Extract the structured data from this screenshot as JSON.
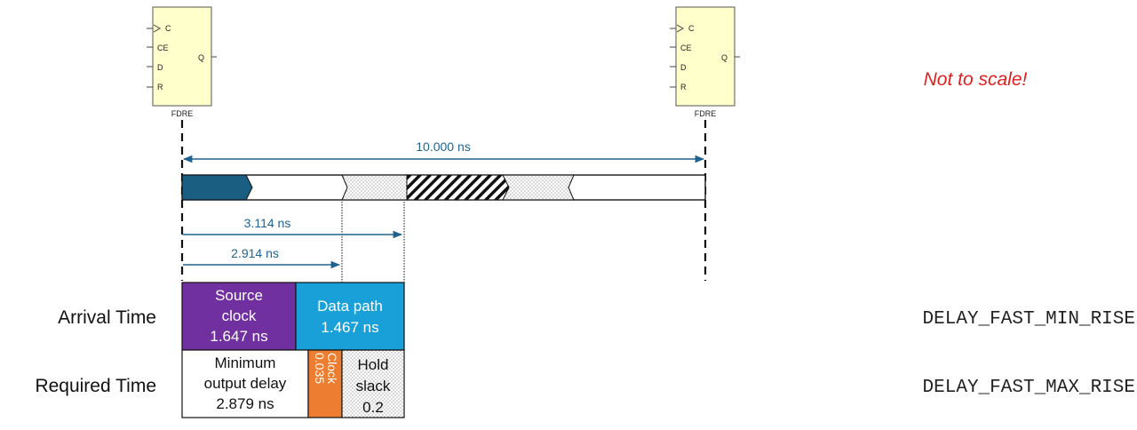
{
  "flip_flops": {
    "left": {
      "name": "FDRE",
      "pins": [
        "C",
        "CE",
        "D",
        "R"
      ],
      "output": "Q"
    },
    "right": {
      "name": "FDRE",
      "pins": [
        "C",
        "CE",
        "D",
        "R"
      ],
      "output": "Q"
    }
  },
  "note": "Not to scale!",
  "measurements": {
    "period": "10.000 ns",
    "data_required": "3.114 ns",
    "data_arrival": "2.914 ns"
  },
  "rows": {
    "arrival": {
      "label": "Arrival Time",
      "constraint": "DELAY_FAST_MIN_RISE",
      "segments": [
        {
          "line1": "Source",
          "line2": "clock",
          "line3": "1.647 ns",
          "color": "#7030a0"
        },
        {
          "line1": "Data path",
          "line2": "1.467 ns",
          "color": "#1aa0d8"
        }
      ]
    },
    "required": {
      "label": "Required Time",
      "constraint": "DELAY_FAST_MAX_RISE",
      "segments": [
        {
          "line1": "Minimum",
          "line2": "output delay",
          "line3": "2.879 ns"
        },
        {
          "line1": "Clock",
          "line2": "0.035",
          "color": "#ed7d31"
        },
        {
          "line1": "Hold",
          "line2": "slack",
          "line3": "0.2"
        }
      ]
    }
  },
  "colors": {
    "accent": "#1f6391",
    "ff_fill": "#ffffcc",
    "source_clock": "#7030a0",
    "data_path": "#1aa0d8",
    "clock_skew": "#ed7d31",
    "note": "#e02020"
  }
}
